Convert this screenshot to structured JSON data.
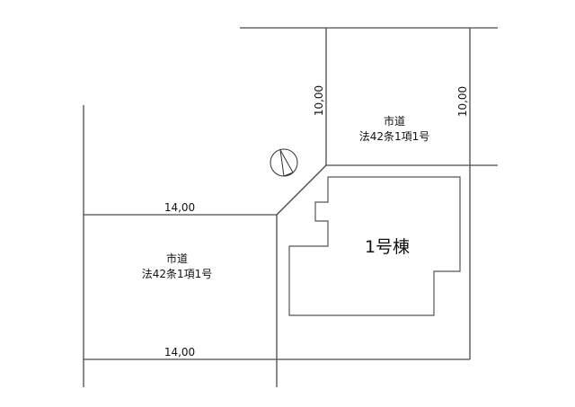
{
  "diagram": {
    "type": "site-plan",
    "roads": [
      {
        "id": "road-north",
        "name": "市道",
        "legal": "法42条1項1号",
        "width_left": "10,00",
        "width_right": "10,00"
      },
      {
        "id": "road-west",
        "name": "市道",
        "legal": "法42条1項1号",
        "width_top": "14,00",
        "width_bottom": "14,00"
      }
    ],
    "building": {
      "label": "1号棟"
    },
    "north_arrow": "north-arrow-symbol",
    "colors": {
      "line": "#4a4a4a",
      "text": "#111111",
      "background": "#ffffff"
    }
  }
}
